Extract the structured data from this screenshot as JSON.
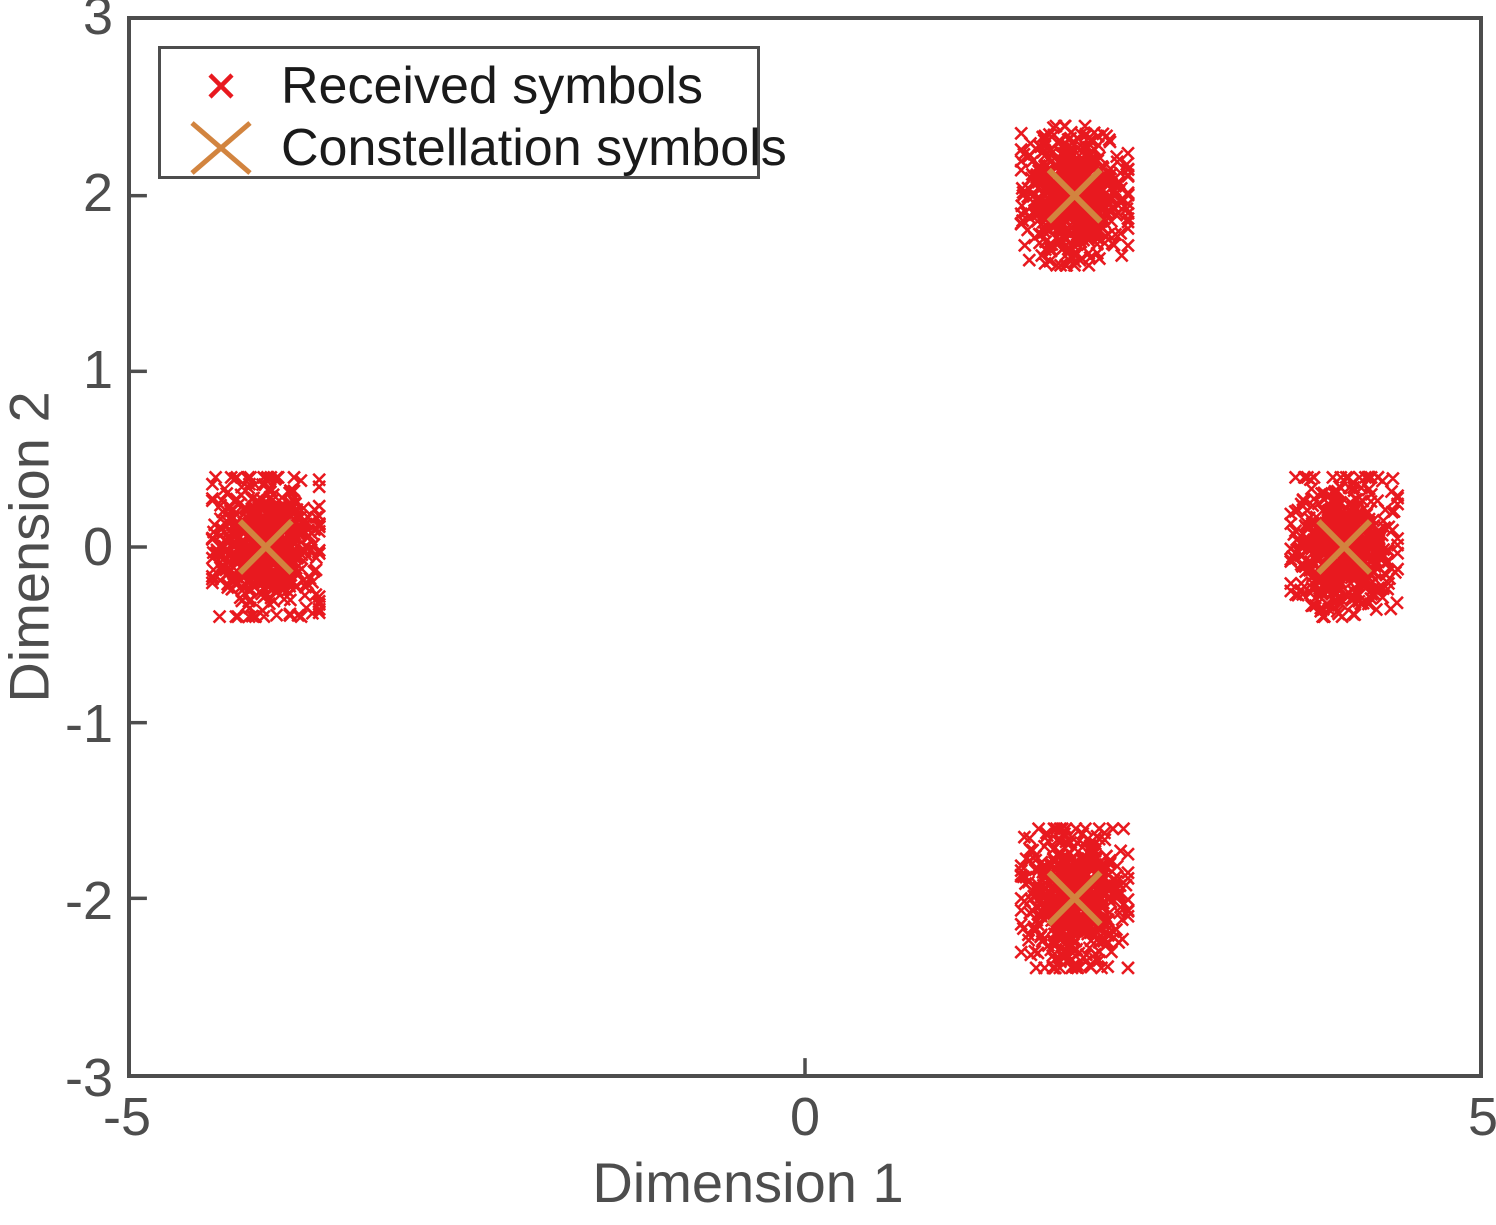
{
  "chart_data": {
    "type": "scatter",
    "title": "",
    "xlabel": "Dimension 1",
    "ylabel": "Dimension 2",
    "xlim": [
      -5,
      5
    ],
    "ylim": [
      -3,
      3
    ],
    "xticks": [
      -5,
      0,
      5
    ],
    "xticklabels": [
      "-5",
      "0",
      "5"
    ],
    "yticks": [
      -3,
      -2,
      -1,
      0,
      1,
      2,
      3
    ],
    "yticklabels": [
      "-3",
      "-2",
      "-1",
      "0",
      "1",
      "2",
      "3"
    ],
    "grid": false,
    "legend_position": "upper left",
    "series": [
      {
        "name": "Received symbols",
        "marker": "x",
        "color": "#e8191f",
        "marker_size": 6,
        "cluster_centers": [
          [
            -4,
            0
          ],
          [
            2,
            2
          ],
          [
            4,
            0
          ],
          [
            2,
            -2
          ]
        ],
        "cluster_spread": 0.18,
        "points_per_cluster": 600
      },
      {
        "name": "Constellation symbols",
        "marker": "x",
        "color": "#d2843f",
        "marker_size": 26,
        "points": [
          [
            -4,
            0
          ],
          [
            2,
            2
          ],
          [
            4,
            0
          ],
          [
            2,
            -2
          ]
        ]
      }
    ]
  },
  "axes": {
    "xlabel": "Dimension 1",
    "ylabel": "Dimension 2",
    "xtick_labels": [
      "-5",
      "0",
      "5"
    ],
    "ytick_labels": [
      "3",
      "2",
      "1",
      "0",
      "-1",
      "-2",
      "-3"
    ],
    "axis_color": "#4d4d4d",
    "background_color": "#ffffff"
  },
  "legend": {
    "entries": [
      {
        "label": "Received symbols",
        "color": "#e8191f",
        "marker": "x-small"
      },
      {
        "label": "Constellation symbols",
        "color": "#d2843f",
        "marker": "x-large"
      }
    ]
  }
}
